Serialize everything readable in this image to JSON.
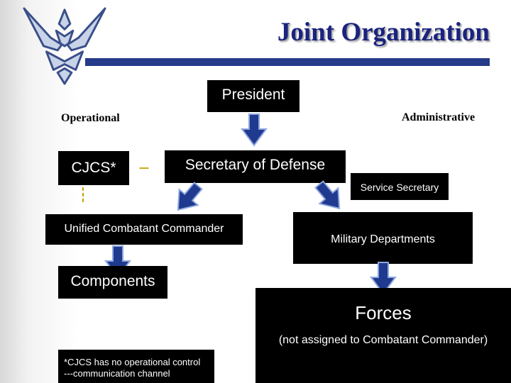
{
  "title": "Joint Organization",
  "nodes": {
    "president": "President",
    "secdef": "Secretary of Defense",
    "cjcs": "CJCS*",
    "service_secretary": "Service Secretary",
    "unified_commander": "Unified Combatant Commander",
    "military_departments": "Military Departments",
    "components": "Components",
    "forces": "Forces",
    "forces_note": "(not assigned to Combatant Commander)"
  },
  "labels": {
    "operational": "Operational",
    "administrative": "Administrative",
    "communication_link": "---"
  },
  "footnote": {
    "line1": "*CJCS has no operational control",
    "line2": "---communication channel"
  },
  "colors": {
    "title": "#1a237e",
    "title_rule": "#263a8a",
    "box": "#000000",
    "arrow_fill": "#1f3a8f",
    "arrow_stroke": "#8ea7de",
    "communication_channel": "#c8a000"
  },
  "icons": {
    "logo": "air-force-emblem-icon",
    "arrow": "arrow-down-icon"
  }
}
